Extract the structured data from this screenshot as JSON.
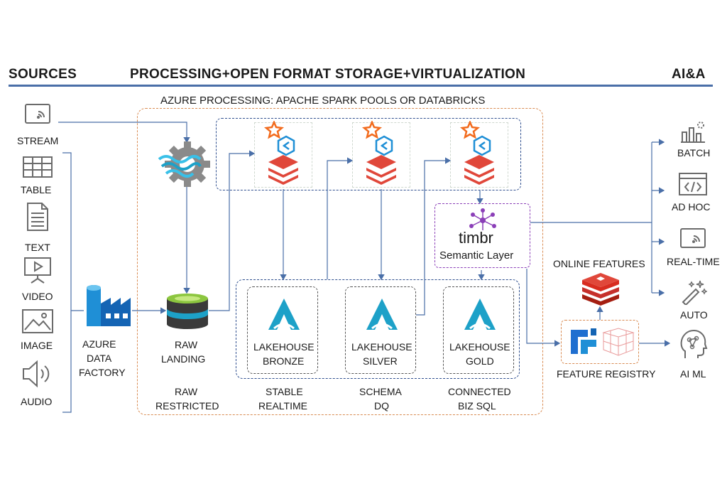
{
  "header": {
    "sources": "SOURCES",
    "processing": "PROCESSING+OPEN FORMAT STORAGE+VIRTUALIZATION",
    "aia": "AI&A"
  },
  "azure_processing_label": "AZURE PROCESSING: APACHE SPARK POOLS OR DATABRICKS",
  "sources": [
    {
      "label": "STREAM",
      "icon": "stream-icon"
    },
    {
      "label": "TABLE",
      "icon": "table-icon"
    },
    {
      "label": "TEXT",
      "icon": "document-icon"
    },
    {
      "label": "VIDEO",
      "icon": "video-icon"
    },
    {
      "label": "IMAGE",
      "icon": "image-icon"
    },
    {
      "label": "AUDIO",
      "icon": "audio-icon"
    }
  ],
  "adf": {
    "line1": "AZURE",
    "line2": "DATA",
    "line3": "FACTORY"
  },
  "raw_landing": {
    "line1": "RAW",
    "line2": "LANDING"
  },
  "raw_restricted": {
    "line1": "RAW",
    "line2": "RESTRICTED"
  },
  "lakehouse": [
    {
      "line1": "LAKEHOUSE",
      "line2": "BRONZE",
      "sub1": "STABLE",
      "sub2": "REALTIME"
    },
    {
      "line1": "LAKEHOUSE",
      "line2": "SILVER",
      "sub1": "SCHEMA",
      "sub2": "DQ"
    },
    {
      "line1": "LAKEHOUSE",
      "line2": "GOLD",
      "sub1": "CONNECTED",
      "sub2": "BIZ SQL"
    }
  ],
  "timbr": {
    "logo": "timbr",
    "label": "Semantic Layer"
  },
  "online_features": "ONLINE FEATURES",
  "feature_registry": "FEATURE REGISTRY",
  "outputs": [
    {
      "label": "BATCH",
      "icon": "batch-chart-icon"
    },
    {
      "label": "AD HOC",
      "icon": "code-window-icon"
    },
    {
      "label": "REAL-TIME",
      "icon": "stream-icon"
    },
    {
      "label": "AUTO",
      "icon": "magic-wand-icon"
    },
    {
      "label": "AI ML",
      "icon": "ai-head-icon"
    }
  ],
  "colors": {
    "accent_blue": "#4a6fa8",
    "orange_dashed": "#d98b52",
    "purple_dashed": "#8b3fb8",
    "databricks_red": "#e0473a",
    "azure_teal": "#1da1c8",
    "icon_gray": "#6b6b6b"
  }
}
